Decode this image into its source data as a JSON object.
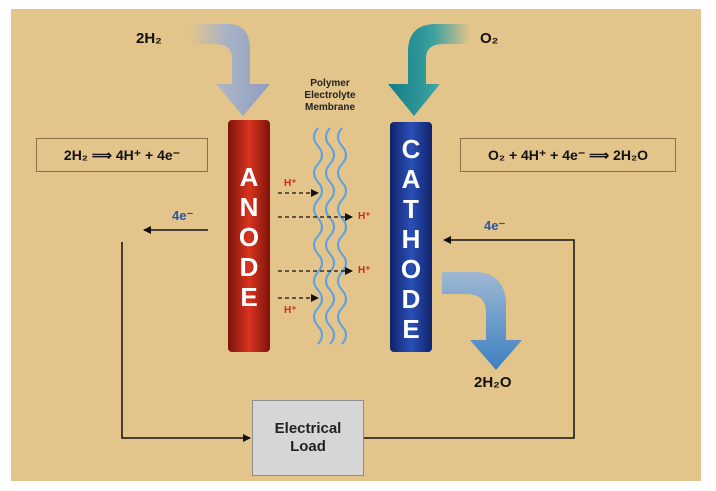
{
  "inputs": {
    "hydrogen": "2H₂",
    "oxygen": "O₂"
  },
  "membrane": {
    "line1": "Polymer",
    "line2": "Electrolyte",
    "line3": "Membrane"
  },
  "anode": {
    "letters": [
      "A",
      "N",
      "O",
      "D",
      "E"
    ],
    "equation": "2H₂ ⟹ 4H⁺ + 4e⁻"
  },
  "cathode": {
    "letters": [
      "C",
      "A",
      "T",
      "H",
      "O",
      "D",
      "E"
    ],
    "equation": "O₂ + 4H⁺ + 4e⁻ ⟹ 2H₂O"
  },
  "ions": [
    "H⁺",
    "H⁺",
    "H⁺",
    "H⁺"
  ],
  "electrons": {
    "left": "4e⁻",
    "right": "4e⁻"
  },
  "output": {
    "water": "2H₂O"
  },
  "load": {
    "line1": "Electrical",
    "line2": "Load"
  },
  "colors": {
    "background": "#e3c48a",
    "anode": "#c8281c",
    "cathode": "#1f3d9e",
    "h2_arrow": "#97a6c6",
    "o2_arrow": "#1a8a8e",
    "water_arrow": "#4f88c4",
    "ion_text": "#d8241c",
    "electron_text": "#2955a8"
  }
}
